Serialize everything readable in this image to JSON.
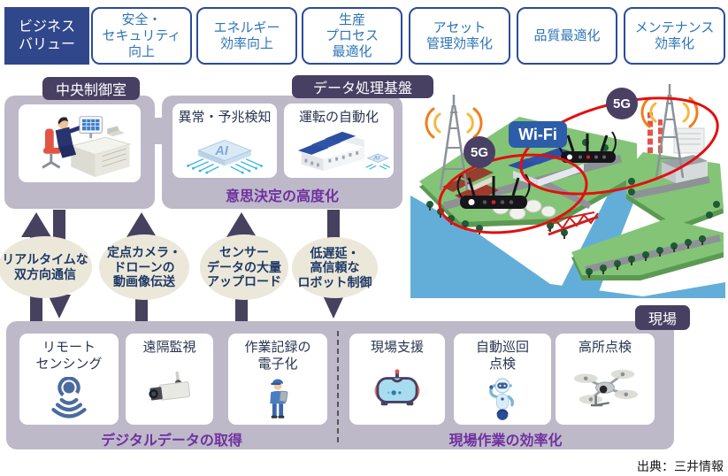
{
  "top_row": {
    "header": {
      "label": "ビジネス\nバリュー"
    },
    "items": [
      {
        "label": "安全・\nセキュリティ\n向上"
      },
      {
        "label": "エネルギー\n効率向上"
      },
      {
        "label": "生産\nプロセス\n最適化"
      },
      {
        "label": "アセット\n管理効率化"
      },
      {
        "label": "品質最適化"
      },
      {
        "label": "メンテナンス\n効率化"
      }
    ]
  },
  "control_room": {
    "label": "中央制御室"
  },
  "data_platform": {
    "label": "データ処理基盤",
    "ai_text": "AI",
    "cards": [
      {
        "title": "異常・予兆検知",
        "icon": "ai-chip-icon"
      },
      {
        "title": "運転の自動化",
        "icon": "smart-factory-icon"
      }
    ],
    "caption": "意思決定の高度化"
  },
  "network": {
    "wifi": "Wi-Fi",
    "fiveg_a": "5G",
    "fiveg_b": "5G"
  },
  "flows": [
    {
      "label": "リアルタイムな\n双方向通信",
      "direction": "both"
    },
    {
      "label": "定点カメラ・\nドローンの\n動画像伝送",
      "direction": "up"
    },
    {
      "label": "センサー\nデータの大量\nアップロード",
      "direction": "up"
    },
    {
      "label": "低遅延・\n高信頼な\nロボット制御",
      "direction": "down"
    }
  ],
  "field": {
    "label": "現場",
    "cards": [
      {
        "title": "リモート\nセンシング",
        "icon": "remote-sensing-icon"
      },
      {
        "title": "遠隔監視",
        "icon": "surveillance-camera-icon"
      },
      {
        "title": "作業記録の\n電子化",
        "icon": "worker-tablet-icon"
      },
      {
        "title": "現場支援",
        "icon": "ar-headset-icon"
      },
      {
        "title": "自動巡回\n点検",
        "icon": "patrol-robot-icon"
      },
      {
        "title": "高所点検",
        "icon": "drone-icon"
      }
    ],
    "caption_left": "デジタルデータの取得",
    "caption_right": "現場作業の効率化"
  },
  "source": "出典：三井情報",
  "colors": {
    "navy": "#31478C",
    "top_border": "#2B4C9B",
    "top_text": "#2E74B5",
    "tag_purple": "#474063",
    "panel_gray": "#BDB9C9",
    "caption_purple": "#7030A0",
    "ellipse_cream": "#EBE8DA",
    "arrow": "#46415F",
    "wifi_blue": "#2D5DA8",
    "loop_red": "#E21010"
  }
}
